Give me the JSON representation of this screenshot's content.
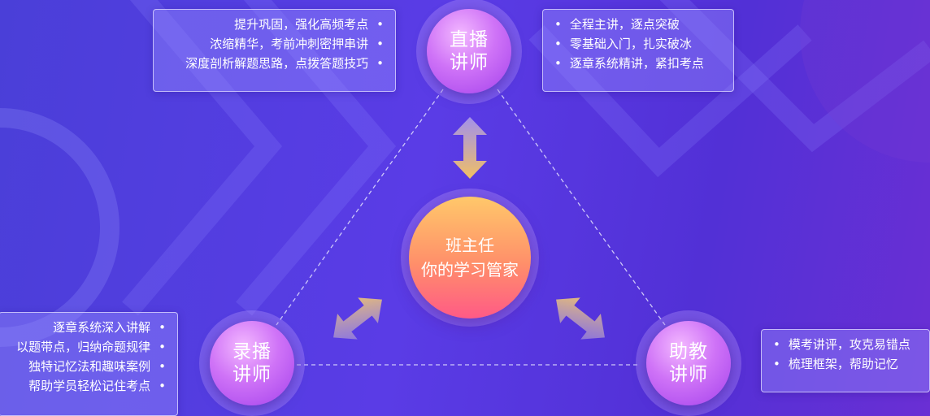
{
  "center": {
    "line1": "班主任",
    "line2": "你的学习管家"
  },
  "nodes": {
    "live": {
      "line1": "直播",
      "line2": "讲师"
    },
    "recorded": {
      "line1": "录播",
      "line2": "讲师"
    },
    "assistant": {
      "line1": "助教",
      "line2": "讲师"
    }
  },
  "cards": {
    "live_left": [
      "提升巩固，强化高频考点",
      "浓缩精华，考前冲刺密押串讲",
      "深度剖析解题思路，点拨答题技巧"
    ],
    "live_right": [
      "全程主讲，逐点突破",
      "零基础入门，扎实破冰",
      "逐章系统精讲，紧扣考点"
    ],
    "recorded": [
      "逐章系统深入讲解",
      "以题带点，归纳命题规律",
      "独特记忆法和趣味案例",
      "帮助学员轻松记住考点"
    ],
    "assistant": [
      "模考讲评，攻克易错点",
      "梳理框架，帮助记忆"
    ]
  },
  "colors": {
    "background": "#5038dc",
    "teacher_node": "#c064f4",
    "center_top": "#ffc86a",
    "center_bottom": "#ff5a86",
    "arrow": "#f2c062"
  }
}
